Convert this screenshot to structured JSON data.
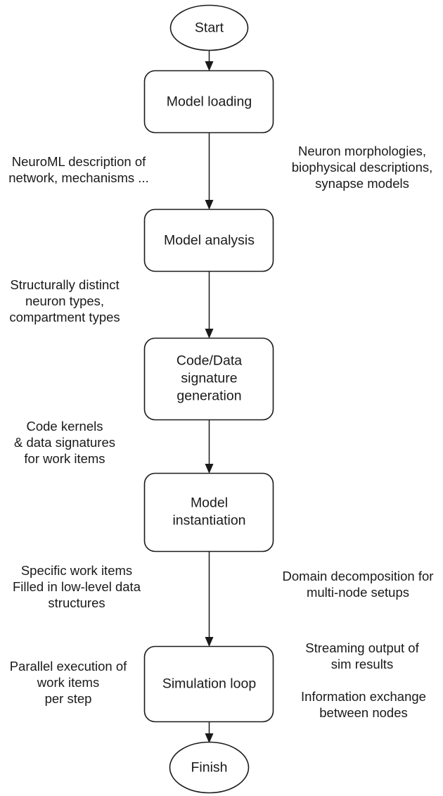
{
  "diagram": {
    "title": "Simulation workflow flowchart",
    "background_color": "#ffffff",
    "stroke_color": "#1a1a1a",
    "text_color": "#1a1a1a"
  },
  "nodes": [
    {
      "id": "start",
      "shape": "ellipse",
      "label": "Start"
    },
    {
      "id": "model-loading",
      "shape": "rounded-rect",
      "label": "Model loading"
    },
    {
      "id": "model-analysis",
      "shape": "rounded-rect",
      "label": "Model analysis"
    },
    {
      "id": "code-data-signature-generation",
      "shape": "rounded-rect",
      "label_line1": "Code/Data",
      "label_line2": "signature",
      "label_line3": "generation"
    },
    {
      "id": "model-instantiation",
      "shape": "rounded-rect",
      "label_line1": "Model",
      "label_line2": "instantiation"
    },
    {
      "id": "simulation-loop",
      "shape": "rounded-rect",
      "label": "Simulation loop"
    },
    {
      "id": "finish",
      "shape": "ellipse",
      "label": "Finish"
    }
  ],
  "annotations": {
    "left": [
      {
        "id": "neuroml-description",
        "text": "NeuroML description of\nnetwork, mechanisms ..."
      },
      {
        "id": "structurally-distinct-types",
        "text": "Structurally distinct\nneuron types,\ncompartment types"
      },
      {
        "id": "code-kernels",
        "text": "Code kernels\n& data signatures\nfor work items"
      },
      {
        "id": "specific-work-items",
        "text": "Specific work items\nFilled in low-level data\nstructures"
      },
      {
        "id": "parallel-execution",
        "text": "Parallel execution of\nwork items\nper step"
      }
    ],
    "right": [
      {
        "id": "neuron-morphologies",
        "text": "Neuron morphologies,\nbiophysical descriptions,\nsynapse models"
      },
      {
        "id": "domain-decomposition",
        "text": "Domain decomposition for\nmulti-node setups"
      },
      {
        "id": "streaming-output",
        "text": "Streaming output of\nsim results"
      },
      {
        "id": "information-exchange",
        "text": "Information exchange\nbetween nodes"
      }
    ]
  },
  "edges": [
    {
      "from": "start",
      "to": "model-loading"
    },
    {
      "from": "model-loading",
      "to": "model-analysis"
    },
    {
      "from": "model-analysis",
      "to": "code-data-signature-generation"
    },
    {
      "from": "code-data-signature-generation",
      "to": "model-instantiation"
    },
    {
      "from": "model-instantiation",
      "to": "simulation-loop"
    },
    {
      "from": "simulation-loop",
      "to": "finish"
    }
  ]
}
